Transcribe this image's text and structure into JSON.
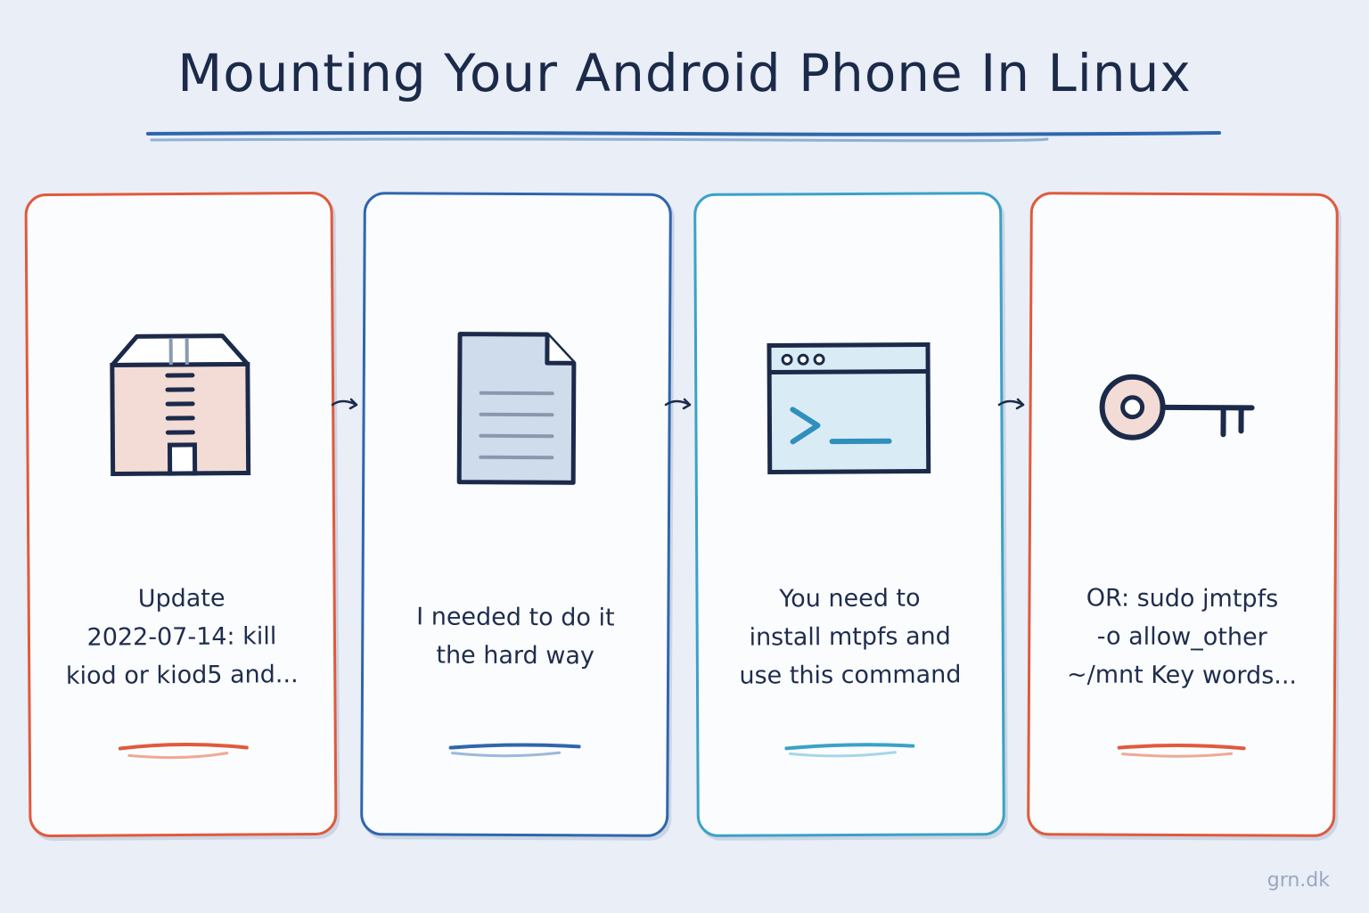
{
  "title": "Mounting Your Android Phone In Linux",
  "cards": [
    {
      "icon": "archive-box-icon",
      "lines": [
        "Update",
        "2022-07-14: kill",
        "kiod or kiod5 and..."
      ],
      "accent": "#e05a3c"
    },
    {
      "icon": "document-icon",
      "lines": [
        "I needed to do it",
        "the hard way"
      ],
      "accent": "#2f66ad"
    },
    {
      "icon": "terminal-window-icon",
      "lines": [
        "You need to",
        "install mtpfs and",
        "use this command"
      ],
      "accent": "#3aa2c6"
    },
    {
      "icon": "key-icon",
      "lines": [
        "OR: sudo jmtpfs",
        "-o allow_other",
        "~/mnt Key words..."
      ],
      "accent": "#e05a3c"
    }
  ],
  "watermark": "grn.dk",
  "colors": {
    "background": "#e9eef7",
    "ink": "#1f2d4d",
    "red": "#e05a3c",
    "blue": "#2f66ad",
    "cyan": "#3aa2c6",
    "title_underline": "#2f66ad"
  }
}
